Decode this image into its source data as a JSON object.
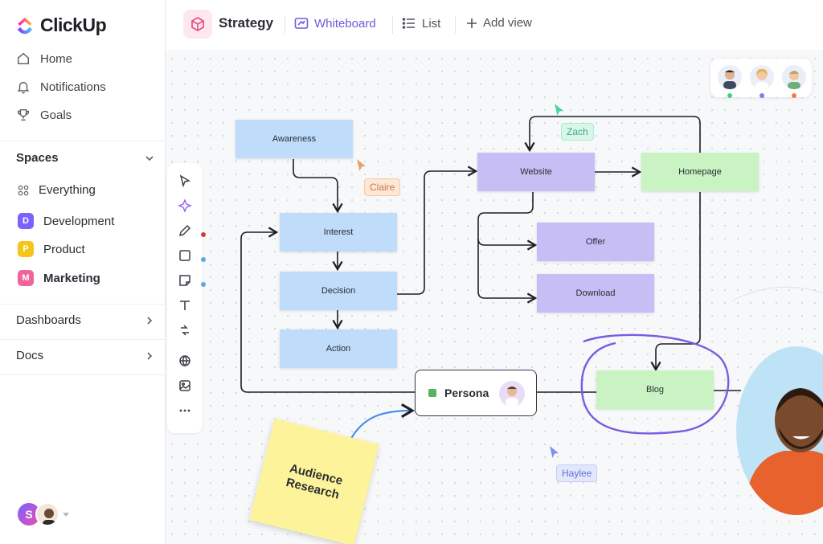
{
  "brand": {
    "name": "ClickUp"
  },
  "sidebar": {
    "nav": [
      {
        "label": "Home",
        "icon": "home-icon"
      },
      {
        "label": "Notifications",
        "icon": "bell-icon"
      },
      {
        "label": "Goals",
        "icon": "trophy-icon"
      }
    ],
    "spaces_label": "Spaces",
    "everything_label": "Everything",
    "spaces": [
      {
        "letter": "D",
        "label": "Development",
        "color": "#7b61ff"
      },
      {
        "letter": "P",
        "label": "Product",
        "color": "#f5c518"
      },
      {
        "letter": "M",
        "label": "Marketing",
        "color": "#f0639b"
      }
    ],
    "dashboards_label": "Dashboards",
    "docs_label": "Docs",
    "user_initial": "S"
  },
  "topbar": {
    "title": "Strategy",
    "views": [
      {
        "label": "Whiteboard",
        "active": true
      },
      {
        "label": "List",
        "active": false
      },
      {
        "label": "Add view",
        "active": false
      }
    ]
  },
  "whiteboard": {
    "nodes": {
      "awareness": "Awareness",
      "interest": "Interest",
      "decision": "Decision",
      "action": "Action",
      "website": "Website",
      "homepage": "Homepage",
      "offer": "Offer",
      "download": "Download",
      "blog": "Blog",
      "persona": "Persona"
    },
    "sticky_note": [
      "Audience",
      "Research"
    ],
    "cursors": [
      {
        "name": "Claire",
        "color": "#e8a06a"
      },
      {
        "name": "Zach",
        "color": "#4fd39f"
      },
      {
        "name": "Haylee",
        "color": "#7e8ff0"
      }
    ],
    "collaborator_dot_colors": [
      "#3fcf8e",
      "#7b7ff0",
      "#f07b3f"
    ],
    "tool_dot_colors": [
      "#d63b3b",
      "#5aa8e8",
      "#5aa8e8"
    ]
  }
}
